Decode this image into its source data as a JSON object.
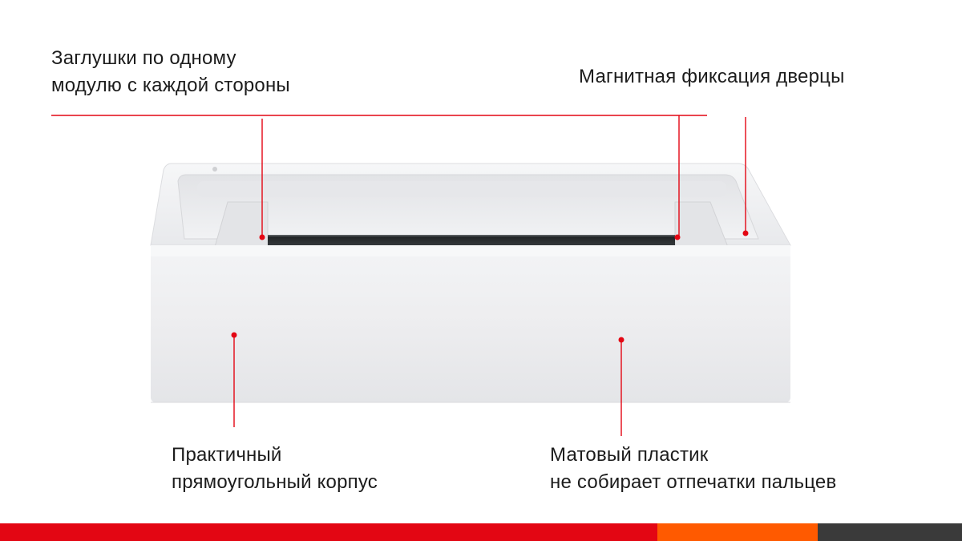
{
  "callouts": {
    "plugs": {
      "line1": "Заглушки по одному",
      "line2": "модулю с каждой стороны"
    },
    "magnet": {
      "line1": "Магнитная фиксация дверцы"
    },
    "body_shape": {
      "line1": "Практичный",
      "line2": "прямоугольный корпус"
    },
    "matte": {
      "line1": "Матовый пластик",
      "line2": "не собирает отпечатки пальцев"
    }
  },
  "colors": {
    "accent": "#e30613",
    "orange": "#ff5a00",
    "dark": "#3a3a3a",
    "text": "#1c1c1c"
  },
  "product": {
    "description_icon": "white-rectangular-enclosure"
  }
}
